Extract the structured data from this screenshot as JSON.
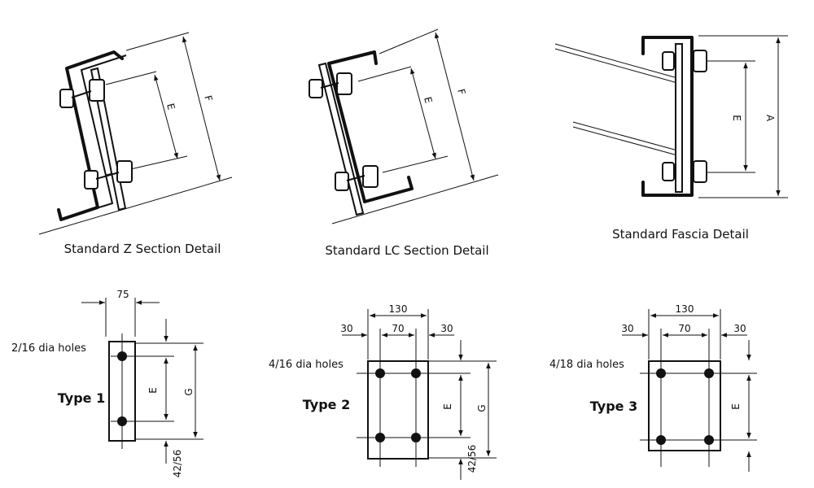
{
  "details": {
    "z_section": {
      "title": "Standard Z Section Detail",
      "dim_inner": "E",
      "dim_outer": "F"
    },
    "lc_section": {
      "title": "Standard LC Section Detail",
      "dim_inner": "E",
      "dim_outer": "F"
    },
    "fascia": {
      "title": "Standard Fascia Detail",
      "dim_inner": "E",
      "dim_outer": "A"
    }
  },
  "plates": {
    "type1": {
      "name": "Type 1",
      "width": "75",
      "holes": "2/16 dia holes",
      "dim_e": "E",
      "dim_g": "G",
      "edge": "42/56"
    },
    "type2": {
      "name": "Type 2",
      "overall": "130",
      "left": "30",
      "center": "70",
      "right": "30",
      "holes": "4/16 dia holes",
      "dim_e": "E",
      "dim_g": "G",
      "edge": "42/56"
    },
    "type3": {
      "name": "Type 3",
      "overall": "130",
      "left": "30",
      "center": "70",
      "right": "30",
      "holes": "4/18 dia holes",
      "dim_e": "E"
    }
  }
}
